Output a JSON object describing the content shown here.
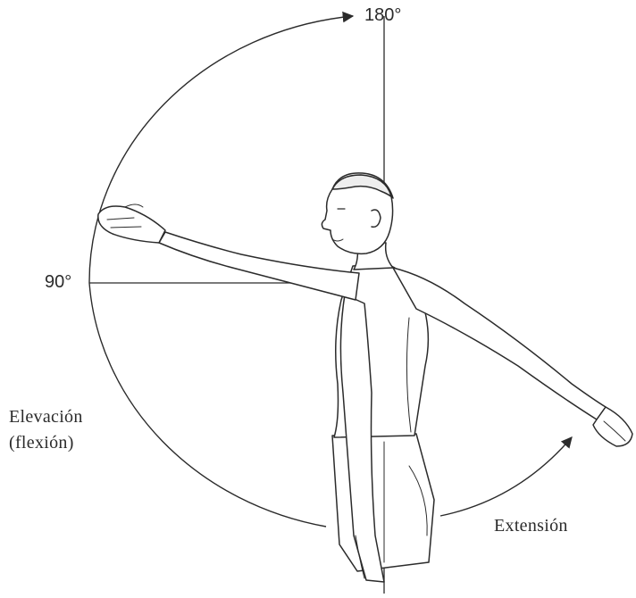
{
  "labels": {
    "angle_top": "180°",
    "angle_horizontal": "90°",
    "elevation": "Elevación",
    "flexion": "(flexión)",
    "extension": "Extensión"
  },
  "colors": {
    "ink": "#2b2b2b",
    "background": "#ffffff"
  }
}
